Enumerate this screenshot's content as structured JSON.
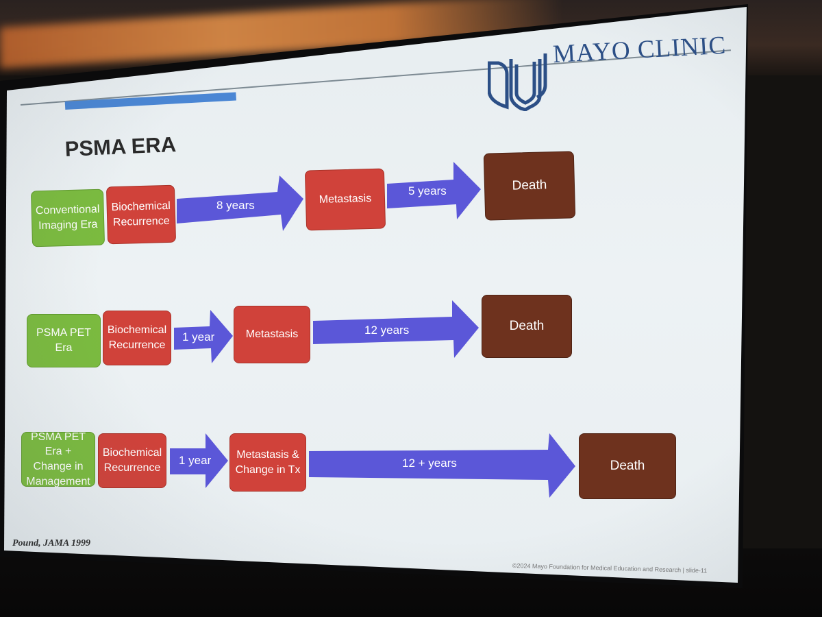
{
  "slide": {
    "logo_text": "MAYO CLINIC",
    "title": "PSMA ERA",
    "footer_citation": "Pound, JAMA 1999",
    "copyright": "©2024 Mayo Foundation for Medical Education and Research  |  slide-11",
    "colors": {
      "era_box": "#7bbb3f",
      "event_box": "#d0423a",
      "death_box": "#6e321e",
      "arrow": "#5b57d8",
      "logo": "#2c4f86",
      "accent_bar": "#4a86d4"
    },
    "rows": [
      {
        "era": "Conventional Imaging Era",
        "recurrence": "Biochemical Recurrence",
        "interval_to_metastasis": "8 years",
        "metastasis": "Metastasis",
        "interval_to_death": "5 years",
        "outcome": "Death"
      },
      {
        "era": "PSMA PET Era",
        "recurrence": "Biochemical Recurrence",
        "interval_to_metastasis": "1 year",
        "metastasis": "Metastasis",
        "interval_to_death": "12 years",
        "outcome": "Death"
      },
      {
        "era": "PSMA PET Era + Change in Management",
        "recurrence": "Biochemical Recurrence",
        "interval_to_metastasis": "1 year",
        "metastasis": "Metastasis & Change in Tx",
        "interval_to_death": "12 + years",
        "outcome": "Death"
      }
    ]
  }
}
